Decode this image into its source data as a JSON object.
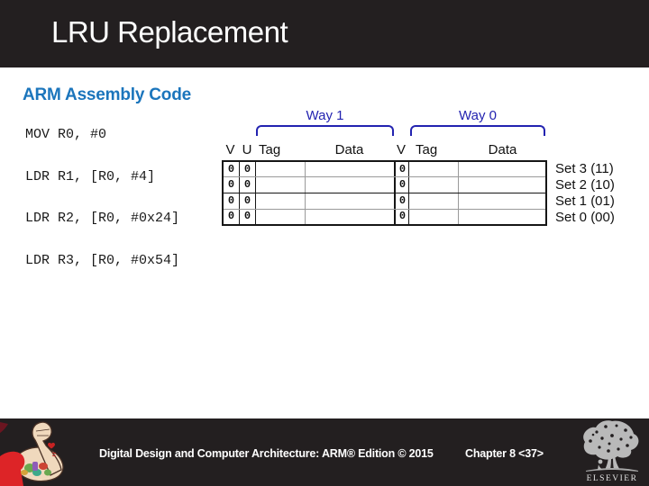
{
  "title_bar": {
    "title": "LRU Replacement"
  },
  "content": {
    "heading": "ARM Assembly Code",
    "code_lines": [
      "MOV R0, #0",
      "LDR R1, [R0, #4]",
      "LDR R2, [R0, #0x24]",
      "LDR R3, [R0, #0x54]"
    ]
  },
  "diagram": {
    "ways": [
      {
        "label": "Way 1"
      },
      {
        "label": "Way 0"
      }
    ],
    "col_headers": [
      "V",
      "U",
      "Tag",
      "Data",
      "V",
      "Tag",
      "Data"
    ],
    "rows": [
      {
        "set": "Set 3 (11)",
        "v1": "0",
        "u": "0",
        "tag1": "",
        "data1": "",
        "v0": "0",
        "tag0": "",
        "data0": ""
      },
      {
        "set": "Set 2 (10)",
        "v1": "0",
        "u": "0",
        "tag1": "",
        "data1": "",
        "v0": "0",
        "tag0": "",
        "data0": ""
      },
      {
        "set": "Set 1 (01)",
        "v1": "0",
        "u": "0",
        "tag1": "",
        "data1": "",
        "v0": "0",
        "tag0": "",
        "data0": ""
      },
      {
        "set": "Set 0 (00)",
        "v1": "0",
        "u": "0",
        "tag1": "",
        "data1": "",
        "v0": "0",
        "tag0": "",
        "data0": ""
      }
    ]
  },
  "footer": {
    "book_title": "Digital Design and Computer Architecture: ARM® Edition © 2015",
    "chapter": "Chapter 8 <37>",
    "publisher_logo_text": "ELSEVIER"
  },
  "colors": {
    "bar_background": "#231f20",
    "heading_blue": "#1b75bc",
    "way_label_blue": "#2323b0",
    "table_line_gray": "#9a9a9a",
    "dress_red": "#dd2427",
    "skin": "#f0d9bd"
  }
}
